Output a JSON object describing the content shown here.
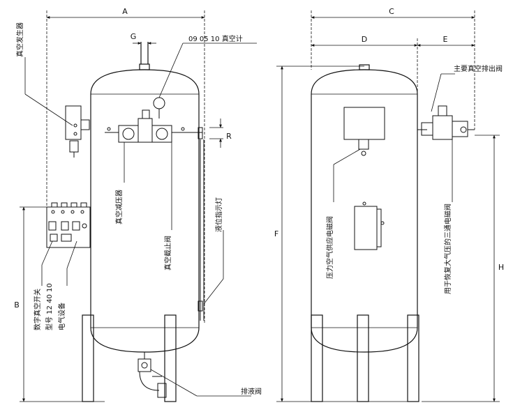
{
  "dimensions": {
    "A": "A",
    "B": "B",
    "C": "C",
    "D": "D",
    "E": "E",
    "F": "F",
    "G": "G",
    "H": "H",
    "R": "R"
  },
  "callouts": {
    "vacuum_generator": "真空发生器",
    "vacuum_gauge": "09 05 10 真空计",
    "vacuum_reducer": "真空减压器",
    "vacuum_stop_valve": "真空截止阀",
    "level_indicator_light": "液位指示灯",
    "digital_vacuum_switch": "数字真空开关",
    "model": "型号 12 40 10",
    "electrical_equipment": "电气设备",
    "drain_valve": "排液阀",
    "main_vacuum_exhaust_valve": "主要真空排出阀",
    "pressure_air_supply_solenoid": "压力空气供应电磁阀",
    "three_way_solenoid": "用于恢复大气压的三通电磁阀"
  }
}
